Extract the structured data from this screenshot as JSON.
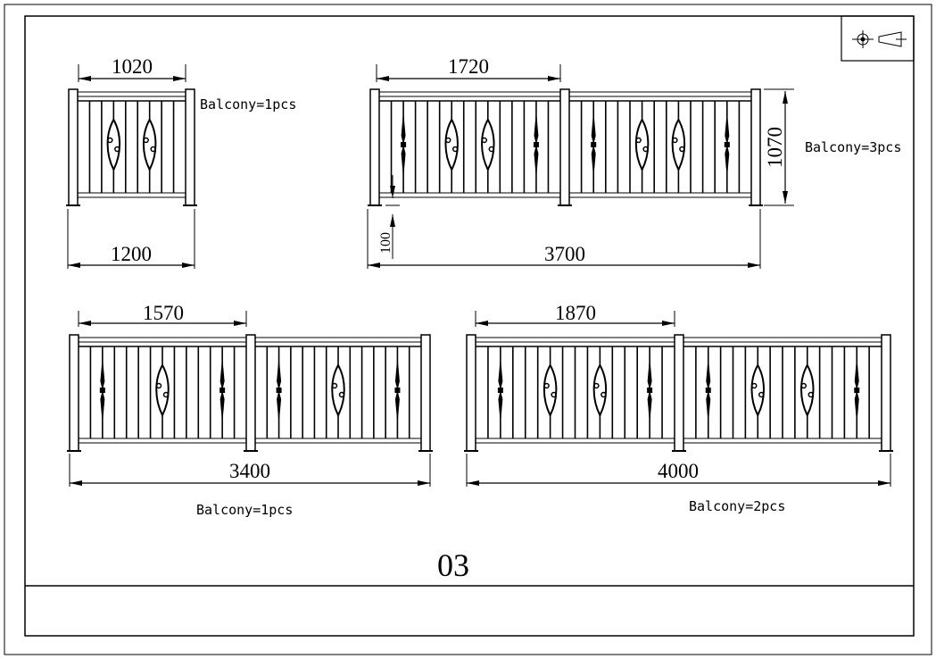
{
  "sheet": {
    "page_number": "03",
    "symbol": "projection-symbol-icon"
  },
  "drawings": [
    {
      "name": "fence-single-panel",
      "panel_width": "1020",
      "total_width": "1200",
      "quantity": "Balcony=1pcs"
    },
    {
      "name": "fence-two-panel-3700",
      "panel_width": "1720",
      "total_width": "3700",
      "height": "1070",
      "bottom_gap": "100",
      "quantity": "Balcony=3pcs"
    },
    {
      "name": "fence-two-panel-3400",
      "panel_width": "1570",
      "total_width": "3400",
      "quantity": "Balcony=1pcs"
    },
    {
      "name": "fence-two-panel-4000",
      "panel_width": "1870",
      "total_width": "4000",
      "quantity": "Balcony=2pcs"
    }
  ],
  "colors": {
    "line": "#000000",
    "background": "#ffffff"
  }
}
